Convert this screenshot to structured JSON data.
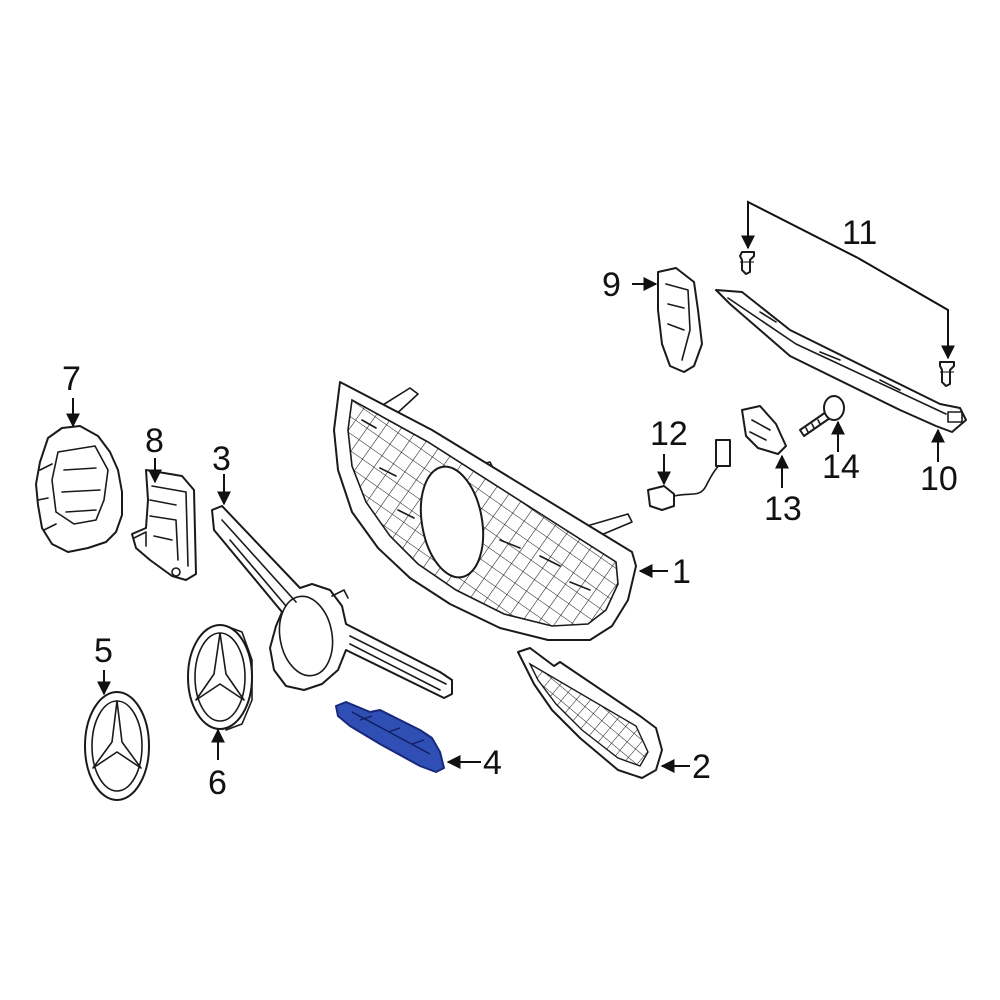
{
  "diagram": {
    "accent_color": "#2f4fb5",
    "highlighted_part": "4",
    "callouts": {
      "c1": "1",
      "c2": "2",
      "c3": "3",
      "c4": "4",
      "c5": "5",
      "c6": "6",
      "c7": "7",
      "c8": "8",
      "c9": "9",
      "c10": "10",
      "c11": "11",
      "c12": "12",
      "c13": "13",
      "c14": "14"
    }
  }
}
